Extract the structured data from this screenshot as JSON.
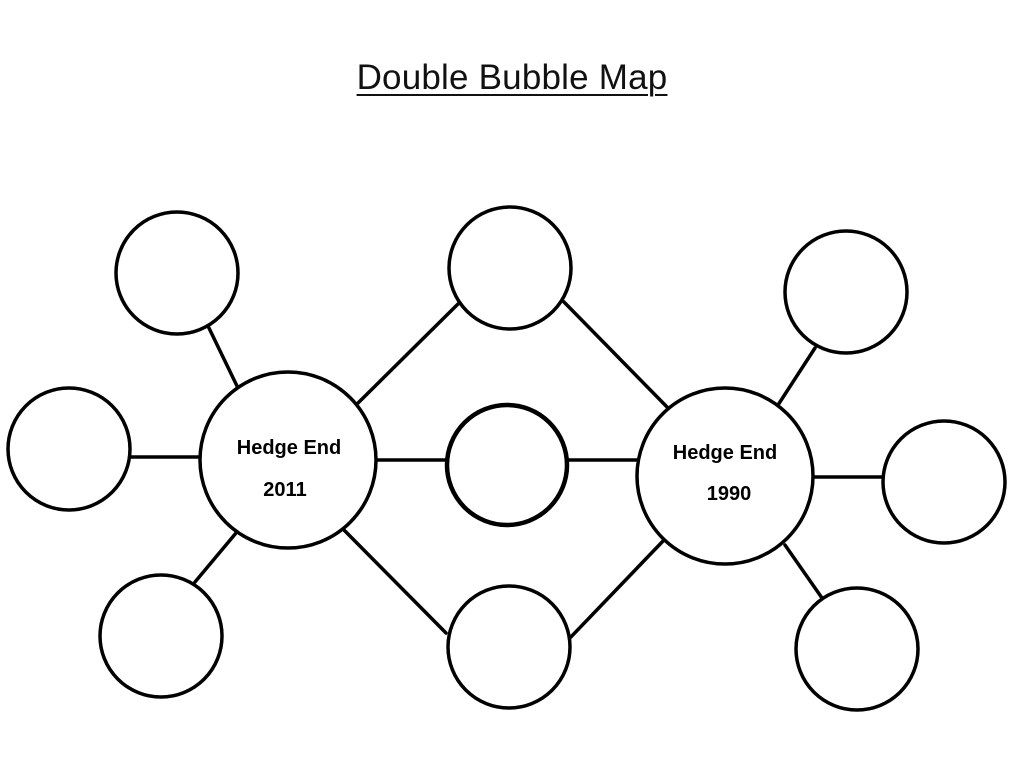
{
  "title": "Double Bubble Map",
  "topics": {
    "left": {
      "line1": "Hedge End",
      "line2": "2011"
    },
    "right": {
      "line1": "Hedge End",
      "line2": "1990"
    }
  },
  "shared_attribute_bubbles": [
    "",
    "",
    ""
  ],
  "left_unique_bubbles": [
    "",
    "",
    ""
  ],
  "right_unique_bubbles": [
    "",
    "",
    ""
  ]
}
